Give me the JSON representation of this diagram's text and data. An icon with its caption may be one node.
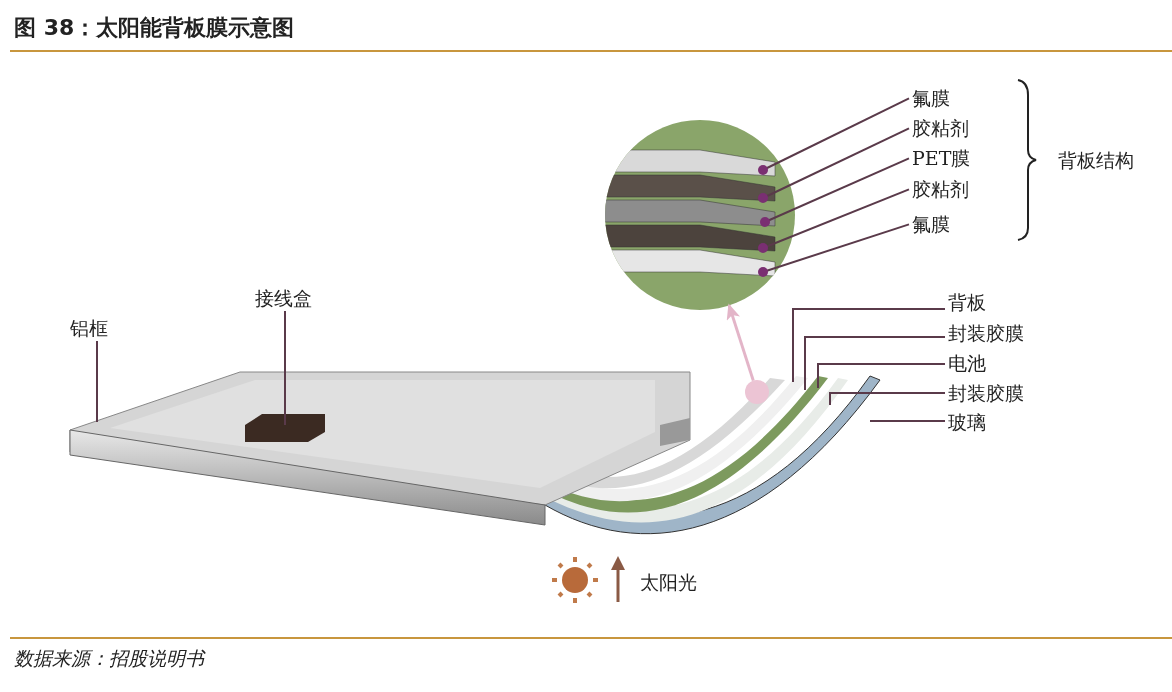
{
  "diagram": {
    "title": "图 38：太阳能背板膜示意图",
    "caption": "数据来源：招股说明书",
    "nodes": [
      {
        "text": [
          "铝框"
        ]
      },
      {
        "text": [
          "接线盒"
        ]
      },
      {
        "text": [
          "氟膜"
        ]
      },
      {
        "text": [
          "胶粘剂"
        ]
      },
      {
        "text": [
          "PET膜"
        ]
      },
      {
        "text": [
          "胶粘剂"
        ]
      },
      {
        "text": [
          "氟膜"
        ]
      },
      {
        "text": [
          "背板"
        ]
      },
      {
        "text": [
          "封装胶膜"
        ]
      },
      {
        "text": [
          "电池"
        ]
      },
      {
        "text": [
          "封装胶膜"
        ]
      },
      {
        "text": [
          "玻璃"
        ]
      },
      {
        "text": [
          "太阳光"
        ]
      },
      {
        "text": [],
        "shape": "circle"
      },
      {
        "text": [],
        "shape": "circle"
      }
    ],
    "edges": [
      {
        "from": 0,
        "to": null,
        "arrow": "none"
      },
      {
        "from": 1,
        "to": null,
        "arrow": "none"
      },
      {
        "from": 2,
        "to": 13,
        "arrow": "other"
      },
      {
        "from": 3,
        "to": 13,
        "arrow": "other"
      },
      {
        "from": 4,
        "to": 13,
        "arrow": "other"
      },
      {
        "from": 5,
        "to": 13,
        "arrow": "other"
      },
      {
        "from": 6,
        "to": 13,
        "arrow": "other"
      },
      {
        "from": 7,
        "to": null,
        "arrow": "none"
      },
      {
        "from": 8,
        "to": null,
        "arrow": "none"
      },
      {
        "from": 9,
        "to": null,
        "arrow": "none"
      },
      {
        "from": 10,
        "to": null,
        "arrow": "none"
      },
      {
        "from": 11,
        "to": null,
        "arrow": "none"
      },
      {
        "from": 14,
        "to": 13,
        "arrow": "to",
        "color": "#e3b5c8"
      }
    ],
    "labels": [
      "背板结构"
    ]
  }
}
